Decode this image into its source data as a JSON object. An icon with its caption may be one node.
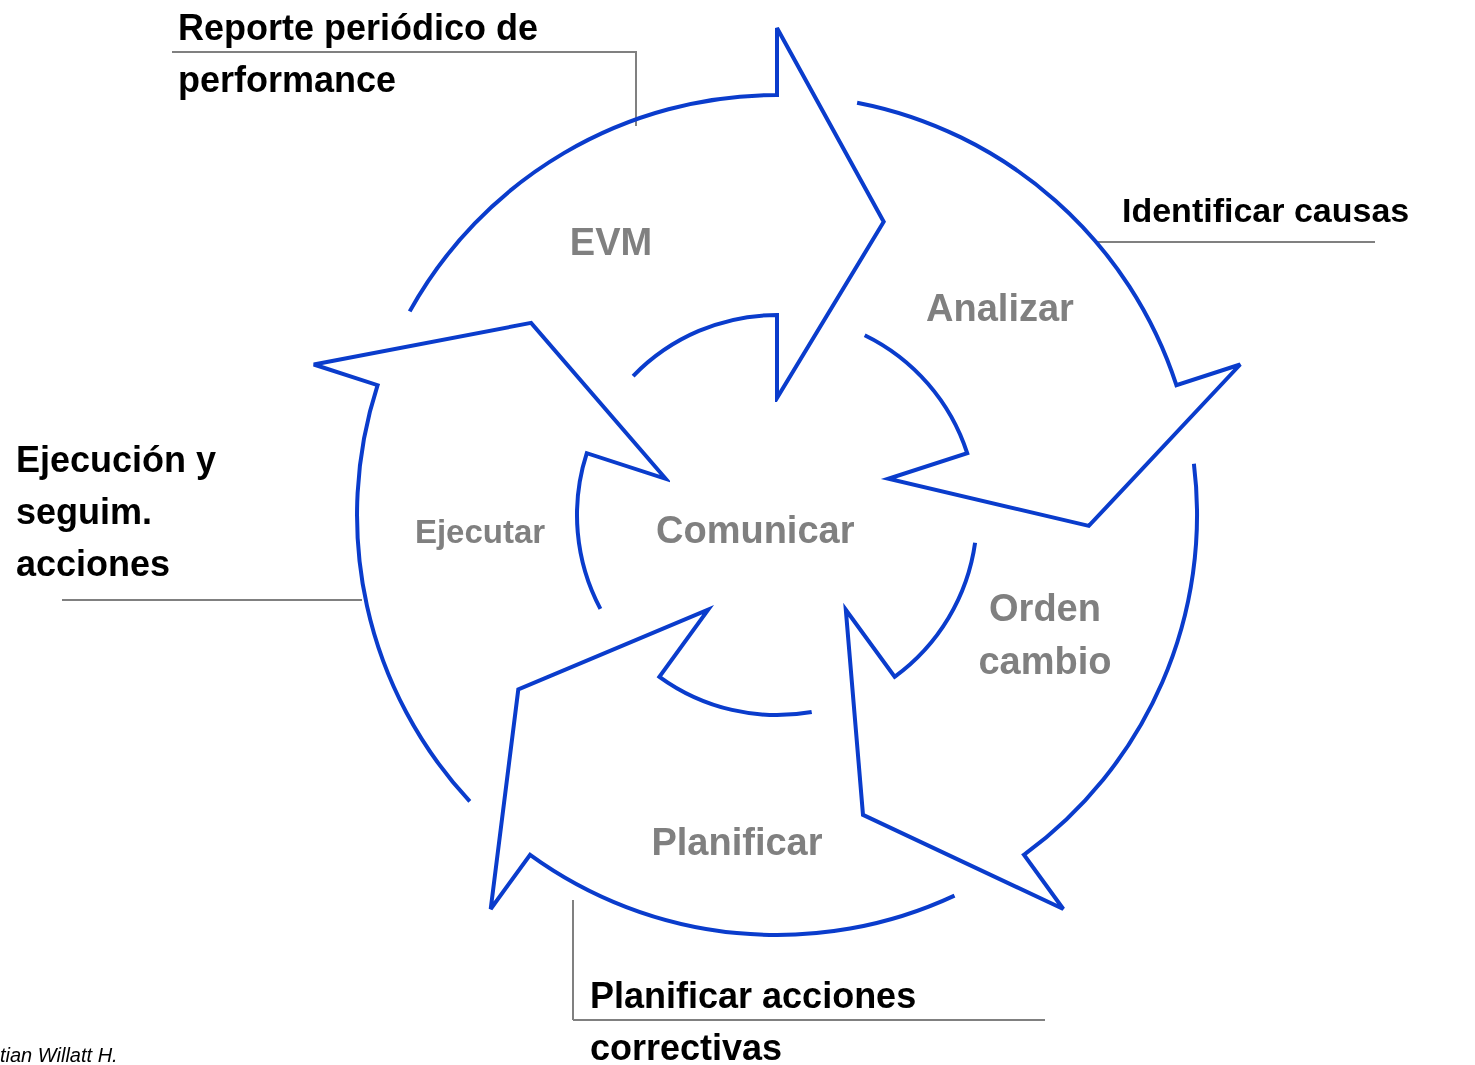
{
  "diagram": {
    "nodes": [
      {
        "text": [
          "EVM"
        ]
      },
      {
        "text": [
          "Analizar"
        ]
      },
      {
        "text": [
          "Orden cambio"
        ]
      },
      {
        "text": [
          "Planificar"
        ]
      },
      {
        "text": [
          "Ejecutar"
        ]
      },
      {
        "text": [
          "Reporte periódico de performance"
        ]
      },
      {
        "text": [
          "Identificar causas"
        ]
      },
      {
        "text": [
          "Ejecución y seguim. acciones"
        ]
      },
      {
        "text": [
          "Planificar acciones correctivas"
        ]
      }
    ],
    "edges": [
      {
        "from": 5,
        "to": 0,
        "arrow": "none"
      },
      {
        "from": 6,
        "to": 1,
        "arrow": "none"
      },
      {
        "from": 7,
        "to": 4,
        "arrow": "none"
      },
      {
        "from": 8,
        "to": 3,
        "arrow": "none"
      }
    ],
    "labels": [
      "Comunicar",
      "tian Willatt H."
    ]
  }
}
